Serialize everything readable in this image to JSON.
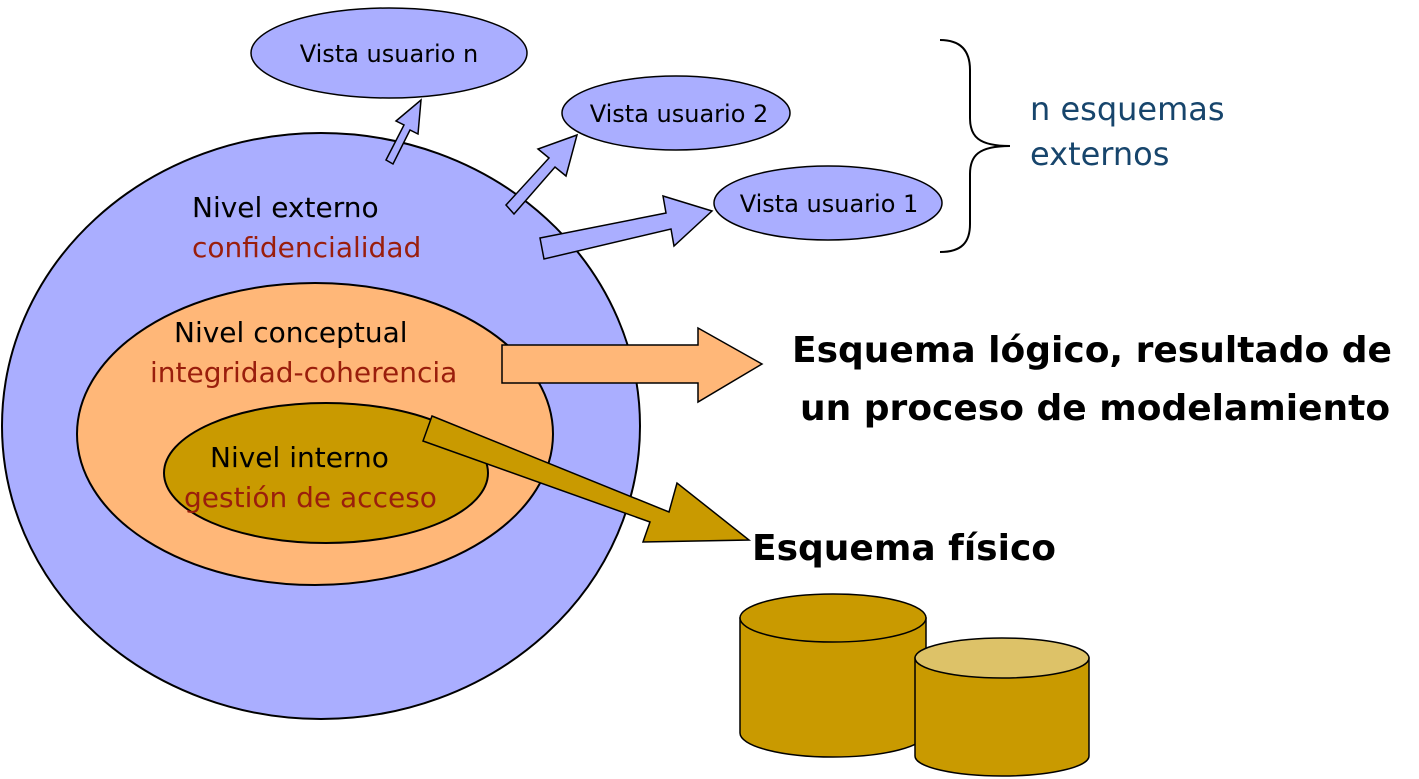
{
  "colors": {
    "external": "#aaaeff",
    "conceptual": "#ffb778",
    "internal": "#c99a00",
    "cylinder_top_front": "#ddc268",
    "property_text": "#9a1e0c",
    "schemes_text": "#17456c"
  },
  "user_views": {
    "view_n": "Vista usuario n",
    "view_2": "Vista usuario 2",
    "view_1": "Vista usuario 1"
  },
  "external_schemes": {
    "line1": "n esquemas",
    "line2": "externos"
  },
  "levels": {
    "external": {
      "title": "Nivel externo",
      "property": "confidencialidad"
    },
    "conceptual": {
      "title": "Nivel conceptual",
      "property": "integridad-coherencia"
    },
    "internal": {
      "title": "Nivel interno",
      "property": "gestión de acceso"
    }
  },
  "logical_schema": {
    "line1": "Esquema lógico, resultado de",
    "line2": "un proceso de modelamiento"
  },
  "physical_schema": {
    "label": "Esquema físico"
  }
}
